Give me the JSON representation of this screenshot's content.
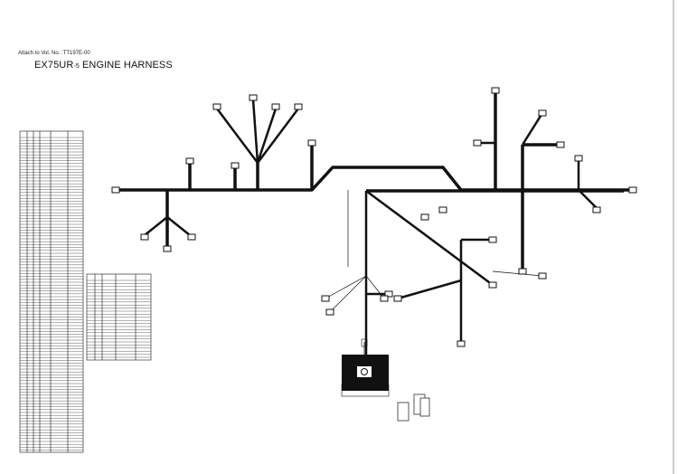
{
  "header": {
    "attach_note": "Attach to Vol. No. :TT197E-00",
    "title_model": "EX75UR",
    "title_suffix": "-5",
    "title_rest": " ENGINE HARNESS"
  },
  "colors": {
    "ink": "#111111",
    "paper": "#ffffff"
  }
}
